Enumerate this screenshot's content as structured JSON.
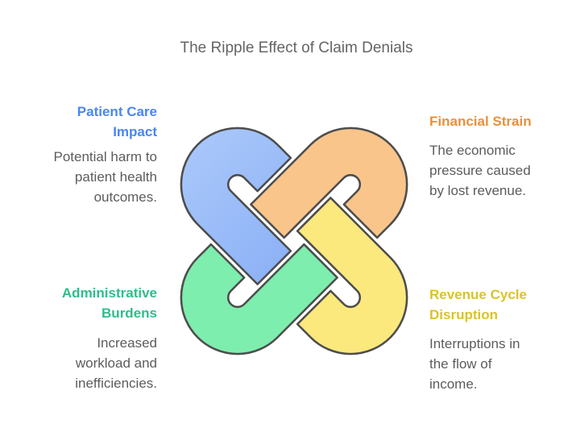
{
  "title": "The Ripple Effect of Claim Denials",
  "items": [
    {
      "name": "Patient Care Impact",
      "position": "top-left",
      "title_lines": [
        "Patient Care",
        "Impact"
      ],
      "title_color": "#4a86f0",
      "description": "Potential harm to patient health outcomes.",
      "description_lines": [
        "Potential harm to",
        "patient health",
        "outcomes."
      ]
    },
    {
      "name": "Financial Strain",
      "position": "top-right",
      "title_lines": [
        "Financial Strain"
      ],
      "title_color": "#e8913a",
      "description": "The economic pressure caused by lost revenue.",
      "description_lines": [
        "The economic",
        "pressure caused",
        "by lost revenue."
      ]
    },
    {
      "name": "Administrative Burdens",
      "position": "bottom-left",
      "title_lines": [
        "Administrative",
        "Burdens"
      ],
      "title_color": "#2ebd8a",
      "description": "Increased workload and inefficiencies.",
      "description_lines": [
        "Increased",
        "workload and",
        "inefficiencies."
      ]
    },
    {
      "name": "Revenue Cycle Disruption",
      "position": "bottom-right",
      "title_lines": [
        "Revenue Cycle",
        "Disruption"
      ],
      "title_color": "#d9c427",
      "description": "Interruptions in the flow of income.",
      "description_lines": [
        "Interruptions in",
        "the flow of",
        "income."
      ]
    }
  ],
  "knot": {
    "outline_color": "#4d4d4d",
    "pieces": [
      {
        "name": "patient-care-hook",
        "position": "top-left",
        "fill": "#9cc0f9",
        "fill_start": "#a8c6fa",
        "fill_end": "#8db2f6"
      },
      {
        "name": "financial-strain-hook",
        "position": "top-right",
        "fill": "#f9c58a"
      },
      {
        "name": "administrative-burdens-hook",
        "position": "bottom-left",
        "fill": "#7deeae"
      },
      {
        "name": "revenue-cycle-hook",
        "position": "bottom-right",
        "fill": "#fbe97d"
      }
    ]
  },
  "text_color": "#5c5c5c",
  "title_color": "#646464"
}
